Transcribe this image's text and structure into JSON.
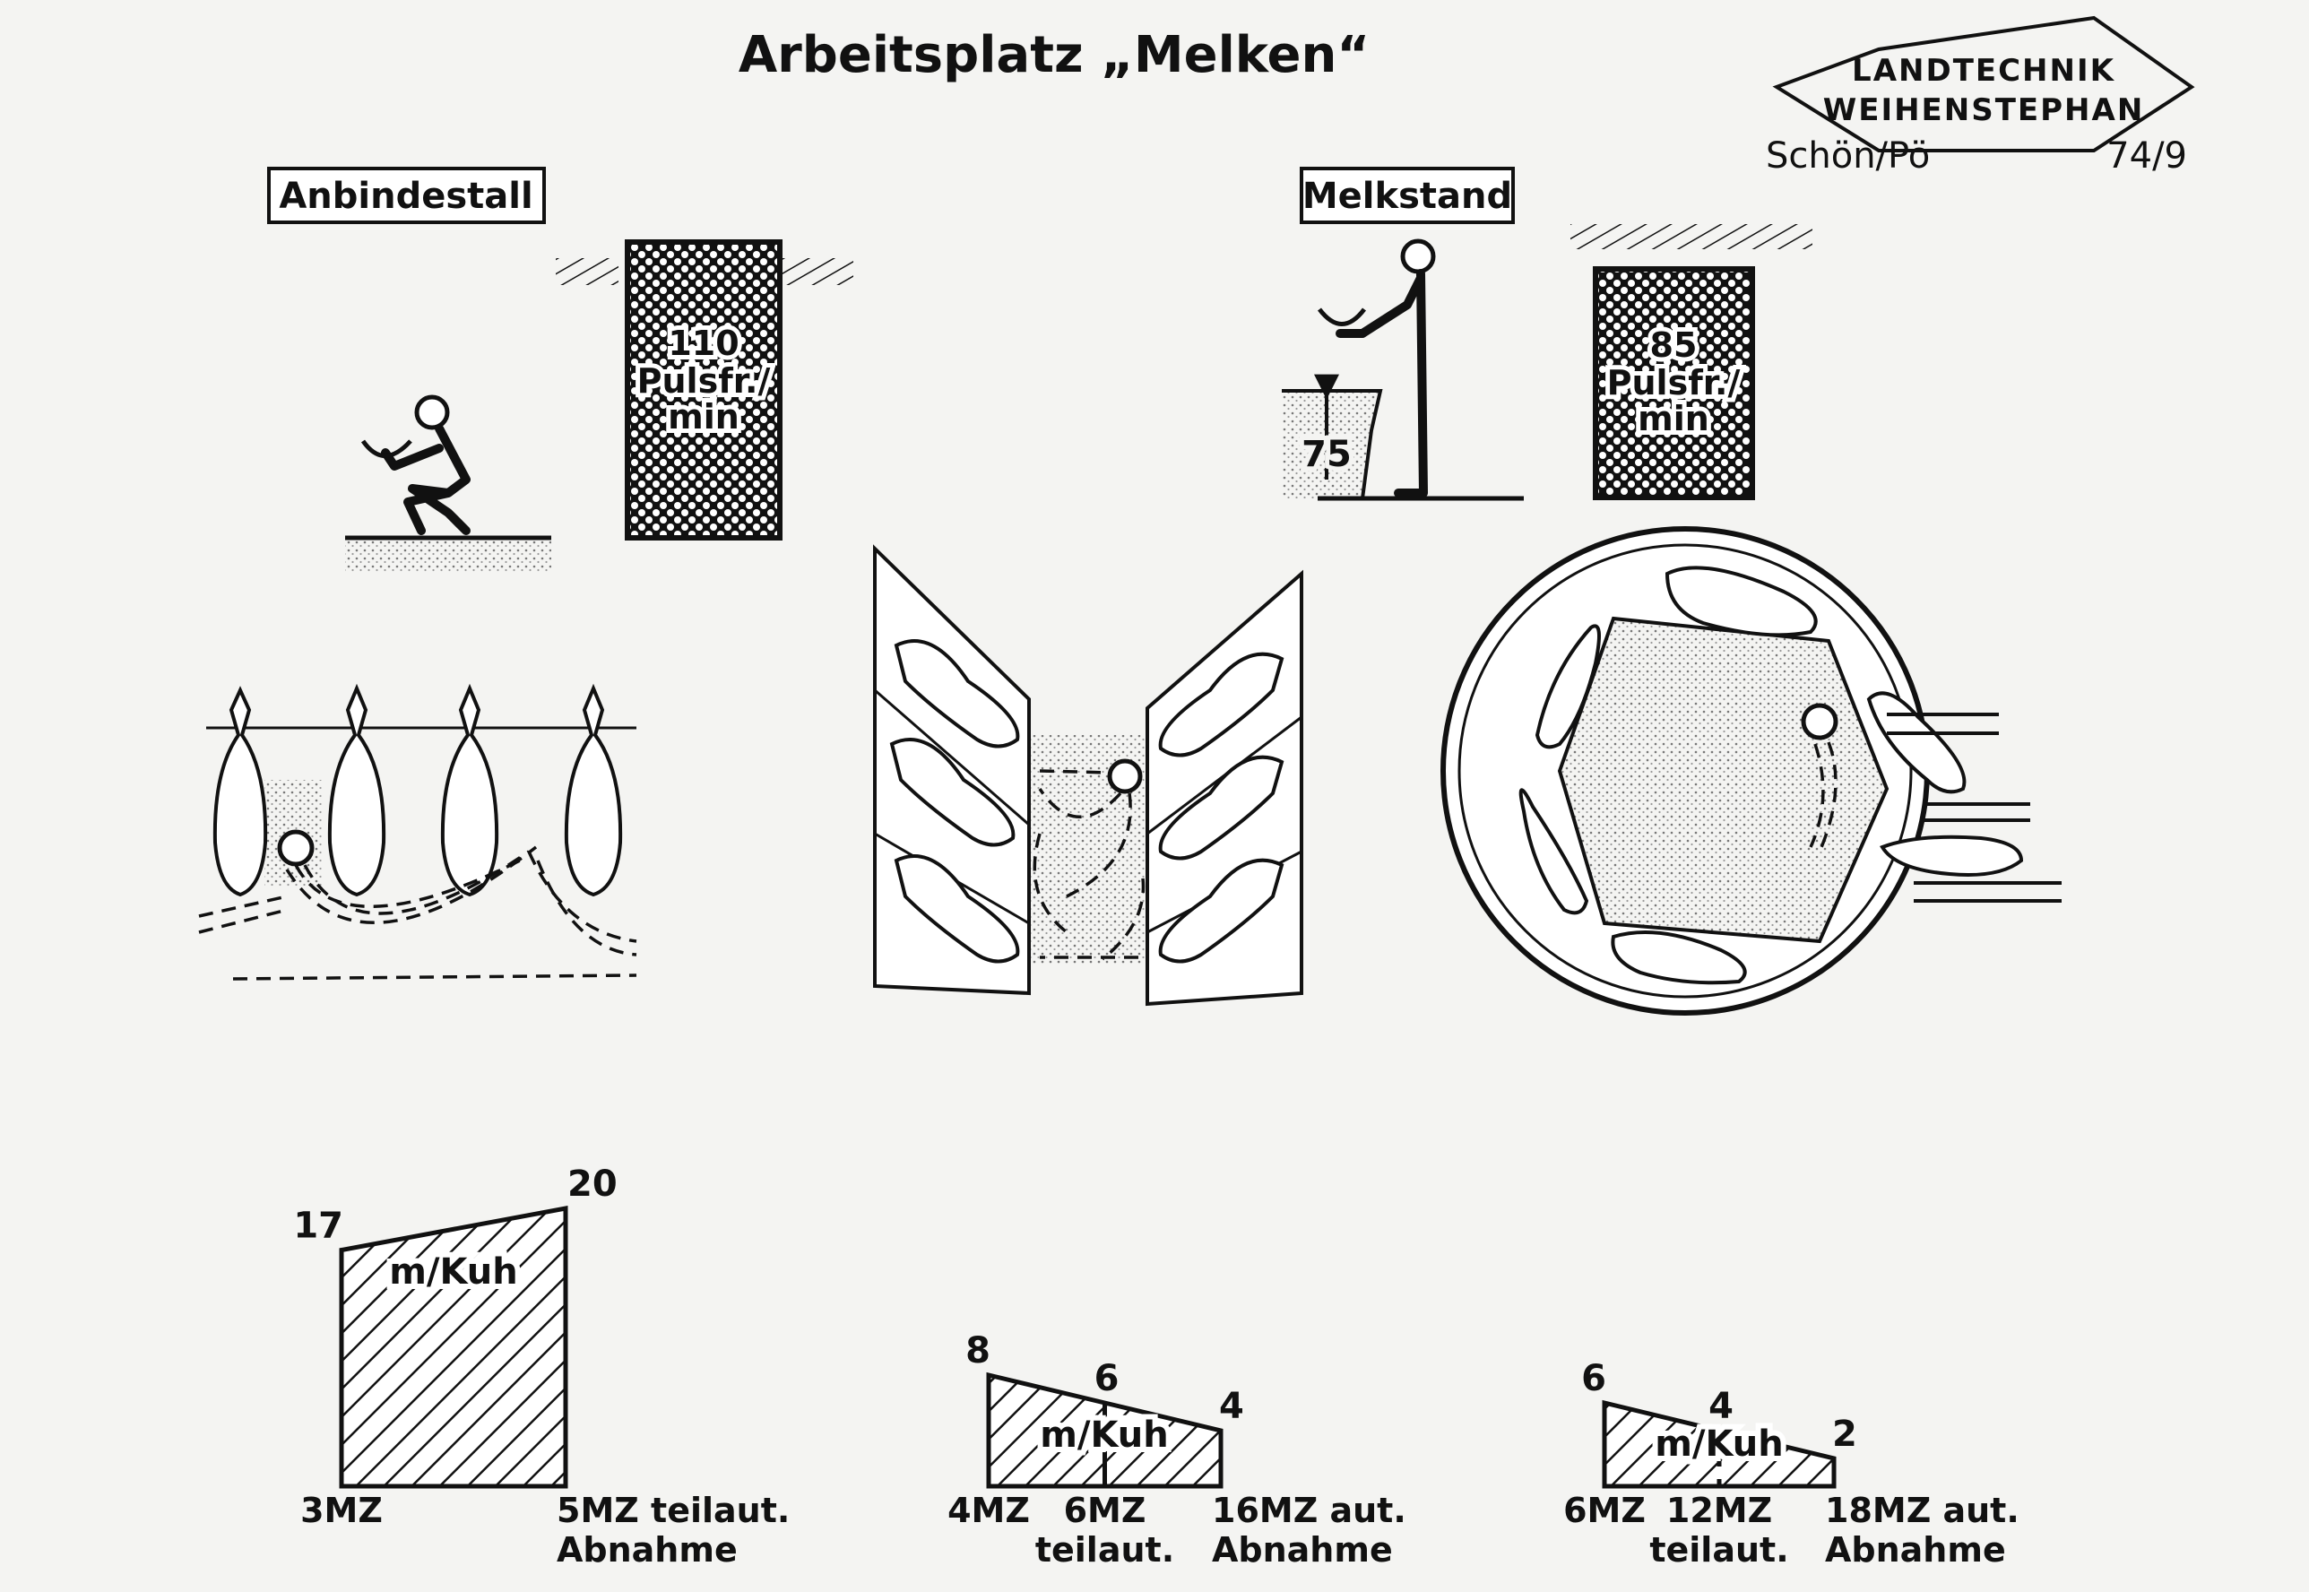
{
  "title": "Arbeitsplatz „Melken“",
  "logo": {
    "line1": "LANDTECHNIK",
    "line2": "WEIHENSTEPHAN",
    "author": "Schön/Pö",
    "code": "74/9"
  },
  "sections": {
    "left": "Anbindestall",
    "right": "Melkstand"
  },
  "pulse": {
    "left": {
      "value": "110",
      "unit1": "Pulsfr./",
      "unit2": "min"
    },
    "right": {
      "value": "85",
      "unit1": "Pulsfr./",
      "unit2": "min"
    }
  },
  "height_label": "75",
  "chart_data": [
    {
      "type": "area",
      "label": "m/Kuh",
      "x": [
        "3MZ",
        "5MZ teilaut. Abnahme"
      ],
      "y": [
        17,
        20
      ],
      "value_labels": [
        "17",
        "20"
      ],
      "tick_lines": [
        [
          "3MZ",
          ""
        ],
        [
          "5MZ teilaut.",
          "Abnahme"
        ]
      ]
    },
    {
      "type": "area",
      "label": "m/Kuh",
      "x": [
        "4MZ",
        "6MZ teilaut.",
        "16MZ aut. Abnahme"
      ],
      "y": [
        8,
        6,
        4
      ],
      "value_labels": [
        "8",
        "6",
        "4"
      ],
      "tick_lines": [
        [
          "4MZ",
          ""
        ],
        [
          "6MZ",
          "teilaut."
        ],
        [
          "16MZ aut.",
          "Abnahme"
        ]
      ]
    },
    {
      "type": "area",
      "label": "m/Kuh",
      "x": [
        "6MZ",
        "12MZ teilaut.",
        "18MZ aut. Abnahme"
      ],
      "y": [
        6,
        4,
        2
      ],
      "value_labels": [
        "6",
        "4",
        "2"
      ],
      "tick_lines": [
        [
          "6MZ",
          ""
        ],
        [
          "12MZ",
          "teilaut."
        ],
        [
          "18MZ aut.",
          "Abnahme"
        ]
      ]
    }
  ]
}
